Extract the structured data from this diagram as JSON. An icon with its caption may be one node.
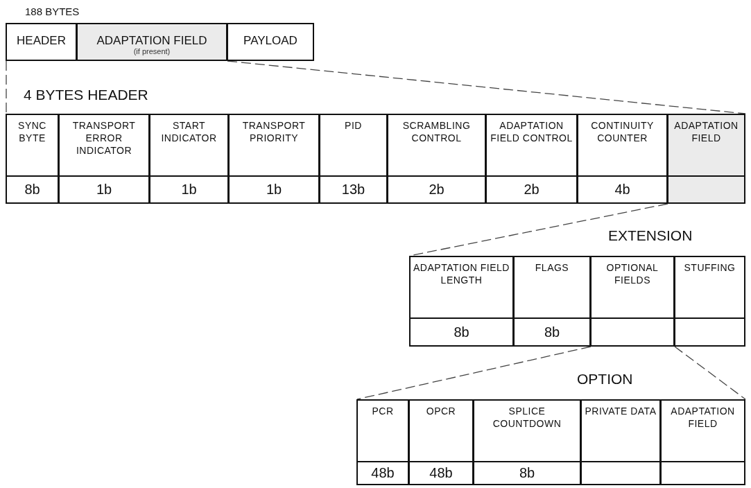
{
  "diagram": {
    "nodes": [
      {
        "text": [
          "188 BYTES"
        ]
      },
      {
        "text": [
          "HEADER"
        ],
        "in": 0
      },
      {
        "text": [
          "ADAPTATION FIELD",
          "(if present)"
        ],
        "in": 0
      },
      {
        "text": [
          "PAYLOAD"
        ],
        "in": 0
      },
      {
        "text": [
          "4 BYTES HEADER"
        ]
      },
      {
        "text": [
          "SYNC BYTE",
          "8b"
        ],
        "in": 4
      },
      {
        "text": [
          "TRANSPORT ERROR INDICATOR",
          "1b"
        ],
        "in": 4
      },
      {
        "text": [
          "START INDICATOR",
          "1b"
        ],
        "in": 4
      },
      {
        "text": [
          "TRANSPORT PRIORITY",
          "1b"
        ],
        "in": 4
      },
      {
        "text": [
          "PID",
          "13b"
        ],
        "in": 4
      },
      {
        "text": [
          "SCRAMBLING CONTROL",
          "2b"
        ],
        "in": 4
      },
      {
        "text": [
          "ADAPTATION FIELD CONTROL",
          "2b"
        ],
        "in": 4
      },
      {
        "text": [
          "CONTINUITY COUNTER",
          "4b"
        ],
        "in": 4
      },
      {
        "text": [
          "ADAPTATION FIELD"
        ],
        "in": 4
      },
      {
        "text": [
          "EXTENSION"
        ]
      },
      {
        "text": [
          "ADAPTATION FIELD LENGTH",
          "8b"
        ],
        "in": 14
      },
      {
        "text": [
          "FLAGS",
          "8b"
        ],
        "in": 14
      },
      {
        "text": [
          "OPTIONAL FIELDS"
        ],
        "in": 14
      },
      {
        "text": [
          "STUFFING"
        ],
        "in": 14
      },
      {
        "text": [
          "OPTION"
        ]
      },
      {
        "text": [
          "PCR",
          "48b"
        ],
        "in": 19
      },
      {
        "text": [
          "OPCR",
          "48b"
        ],
        "in": 19
      },
      {
        "text": [
          "SPLICE COUNTDOWN",
          "8b"
        ],
        "in": 19
      },
      {
        "text": [
          "PRIVATE DATA"
        ],
        "in": 19
      },
      {
        "text": [
          "ADAPTATION FIELD"
        ],
        "in": 19
      }
    ],
    "edges": [
      {
        "from": 1,
        "to": 4,
        "arrow": "none",
        "style": "dashed"
      },
      {
        "from": 2,
        "to": 4,
        "arrow": "none",
        "style": "dashed"
      },
      {
        "from": 13,
        "to": 14,
        "arrow": "none",
        "style": "dashed"
      },
      {
        "from": 17,
        "to": 19,
        "arrow": "none",
        "style": "dashed"
      },
      {
        "from": 17,
        "to": 19,
        "arrow": "none",
        "style": "dashed"
      }
    ]
  }
}
